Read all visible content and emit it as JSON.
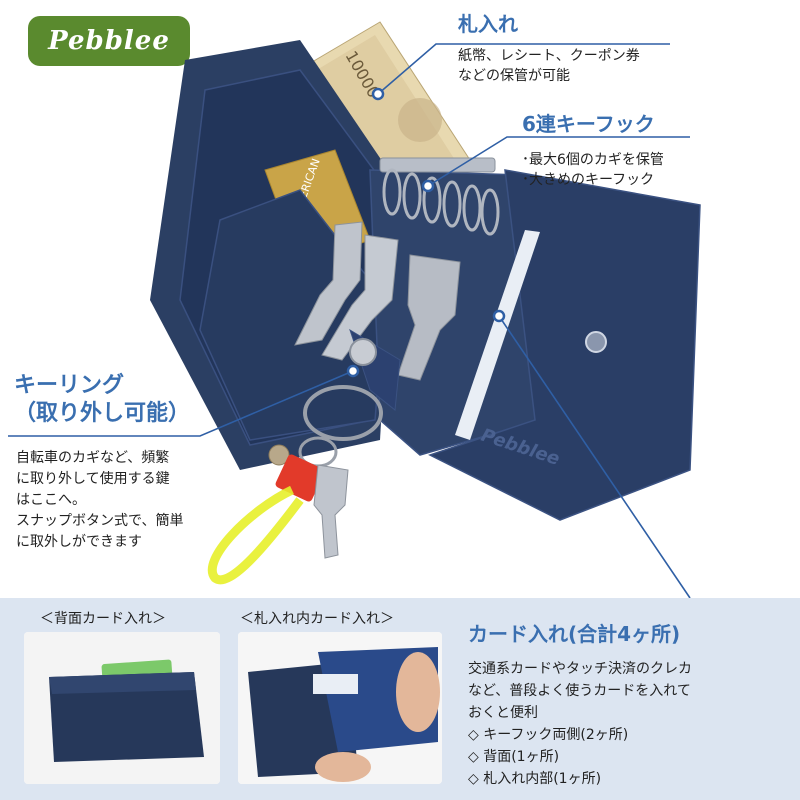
{
  "brand": {
    "name": "Pebblee"
  },
  "sections": {
    "bill": {
      "title": "札入れ",
      "lines": [
        "紙幣、レシート、クーポン券",
        "などの保管が可能"
      ]
    },
    "keyhook": {
      "title": "6連キーフック",
      "lines": [
        "･最大6個のカギを保管",
        "･大きめのキーフック"
      ]
    },
    "keyring": {
      "title_line1": "キーリング",
      "title_line2": "（取り外し可能）",
      "lines": [
        "自転車のカギなど、頻繁",
        "に取り外して使用する鍵",
        "はここへ。",
        "スナップボタン式で、簡単",
        "に取外しができます"
      ]
    },
    "card": {
      "title": "カード入れ(合計4ヶ所)",
      "lines": [
        "交通系カードやタッチ決済のクレカ",
        "など、普段よく使うカードを入れて",
        "おくと便利"
      ],
      "items": [
        "◇  キーフック両側(2ヶ所)",
        "◇  背面(1ヶ所)",
        "◇  札入れ内部(1ヶ所)"
      ]
    }
  },
  "photos": {
    "back": {
      "label": "＜背面カード入れ＞"
    },
    "inner": {
      "label": "＜札入れ内カード入れ＞"
    }
  },
  "wallet_emboss": "Pebblee",
  "banknote_text": "10000",
  "card_text": "AMERICAN",
  "colors": {
    "navy": "#26385a",
    "brand_green": "#5a8a2e",
    "accent_blue": "#3a6fb0",
    "panel": "#dce5f1"
  }
}
